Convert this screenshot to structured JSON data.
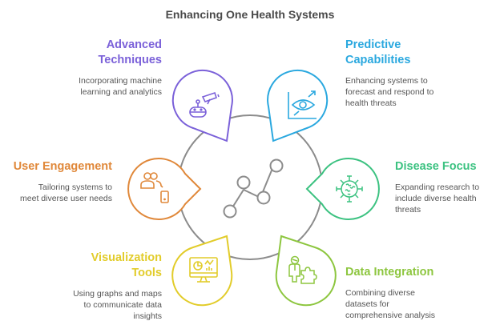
{
  "title": "Enhancing One Health Systems",
  "center_icon": "line-graph-nodes-icon",
  "items": [
    {
      "id": "advanced-techniques",
      "heading_line1": "Advanced",
      "heading_line2": "Techniques",
      "description_line1": "Incorporating machine",
      "description_line2": "learning and analytics",
      "icon": "robot-camera-icon",
      "color": "#7B61D9"
    },
    {
      "id": "predictive-capabilities",
      "heading_line1": "Predictive",
      "heading_line2": "Capabilities",
      "description_line1": "Enhancing systems to",
      "description_line2": "forecast and respond to",
      "description_line3": "health threats",
      "icon": "eye-trend-chart-icon",
      "color": "#2AA8DF"
    },
    {
      "id": "user-engagement",
      "heading_line1": "User Engagement",
      "description_line1": "Tailoring systems to",
      "description_line2": "meet diverse user needs",
      "icon": "users-phone-icon",
      "color": "#E0883A"
    },
    {
      "id": "disease-focus",
      "heading_line1": "Disease Focus",
      "description_line1": "Expanding research to",
      "description_line2": "include diverse health",
      "description_line3": "threats",
      "icon": "virus-icon",
      "color": "#3CC281"
    },
    {
      "id": "visualization-tools",
      "heading_line1": "Visualization",
      "heading_line2": "Tools",
      "description_line1": "Using graphs and maps",
      "description_line2": "to communicate data",
      "description_line3": "insights",
      "icon": "monitor-charts-icon",
      "color": "#E2CC2A"
    },
    {
      "id": "data-integration",
      "heading_line1": "Data Integration",
      "description_line1": "Combining diverse",
      "description_line2": "datasets for",
      "description_line3": "comprehensive analysis",
      "icon": "person-puzzle-icon",
      "color": "#8DC63F"
    }
  ]
}
